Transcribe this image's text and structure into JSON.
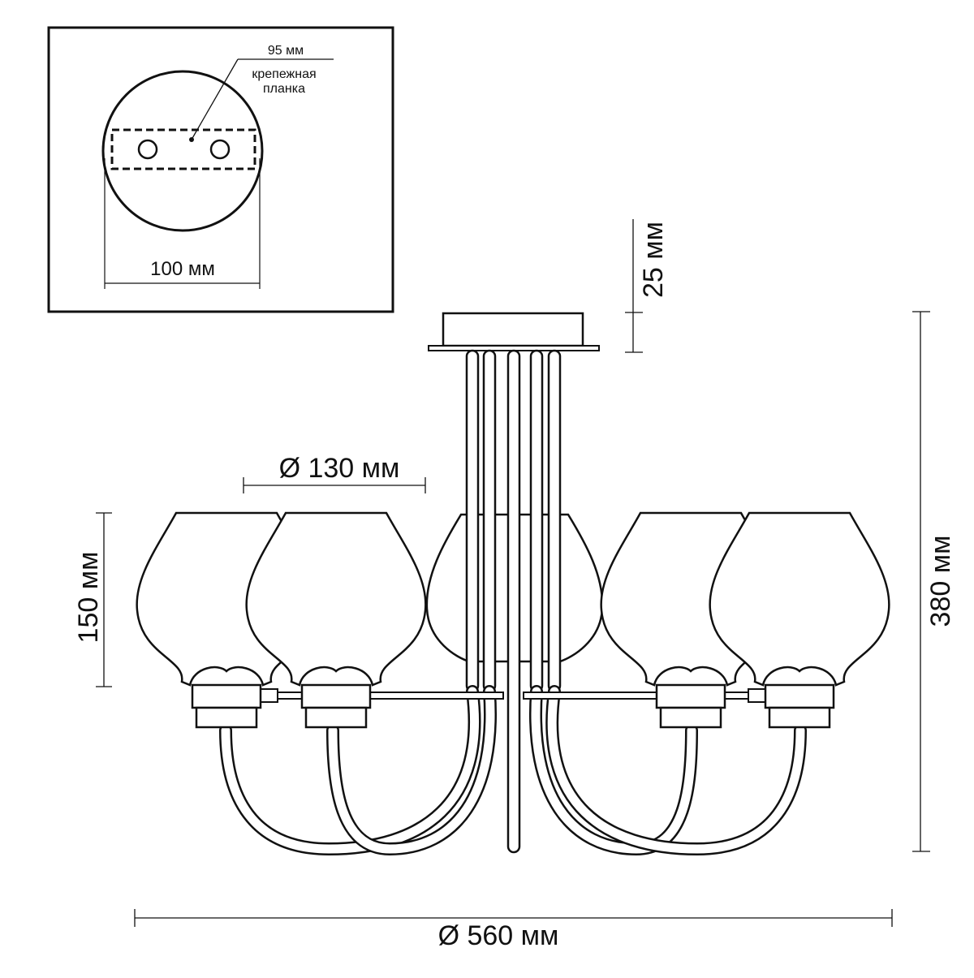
{
  "inset": {
    "width_label": "100 мм",
    "plate_width_label": "95 мм",
    "plate_name_line1": "крепежная",
    "plate_name_line2": "планка"
  },
  "dimensions": {
    "canopy_height": "25 мм",
    "total_height": "380 мм",
    "shade_diameter": "Ø 130 мм",
    "shade_height": "150 мм",
    "overall_diameter": "Ø 560 мм"
  }
}
